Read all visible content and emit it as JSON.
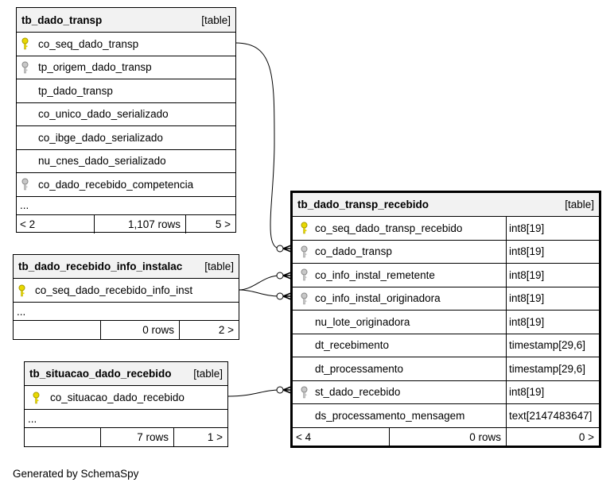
{
  "tables": {
    "tb_dado_transp": {
      "name": "tb_dado_transp",
      "kind": "[table]",
      "columns": [
        "co_seq_dado_transp",
        "tp_origem_dado_transp",
        "tp_dado_transp",
        "co_unico_dado_serializado",
        "co_ibge_dado_serializado",
        "nu_cnes_dado_serializado",
        "co_dado_recebido_competencia"
      ],
      "ellipsis": "...",
      "footer": {
        "left": "< 2",
        "rows": "1,107 rows",
        "right": "5 >"
      }
    },
    "tb_dado_recebido_info_instalac": {
      "name": "tb_dado_recebido_info_instalac",
      "kind": "[table]",
      "columns": [
        "co_seq_dado_recebido_info_inst"
      ],
      "ellipsis": "...",
      "footer": {
        "left": "",
        "rows": "0 rows",
        "right": "2 >"
      }
    },
    "tb_situacao_dado_recebido": {
      "name": "tb_situacao_dado_recebido",
      "kind": "[table]",
      "columns": [
        "co_situacao_dado_recebido"
      ],
      "ellipsis": "...",
      "footer": {
        "left": "",
        "rows": "7 rows",
        "right": "1 >"
      }
    },
    "tb_dado_transp_recebido": {
      "name": "tb_dado_transp_recebido",
      "kind": "[table]",
      "columns": [
        {
          "name": "co_seq_dado_transp_recebido",
          "type": "int8[19]"
        },
        {
          "name": "co_dado_transp",
          "type": "int8[19]"
        },
        {
          "name": "co_info_instal_remetente",
          "type": "int8[19]"
        },
        {
          "name": "co_info_instal_originadora",
          "type": "int8[19]"
        },
        {
          "name": "nu_lote_originadora",
          "type": "int8[19]"
        },
        {
          "name": "dt_recebimento",
          "type": "timestamp[29,6]"
        },
        {
          "name": "dt_processamento",
          "type": "timestamp[29,6]"
        },
        {
          "name": "st_dado_recebido",
          "type": "int8[19]"
        },
        {
          "name": "ds_processamento_mensagem",
          "type": "text[2147483647]"
        }
      ],
      "footer": {
        "left": "< 4",
        "rows": "0 rows",
        "right": "0 >"
      }
    }
  },
  "colors": {
    "primary_key": "#e8d800",
    "foreign_key": "#a8a8a8",
    "header_bg": "#f2f2f2"
  },
  "footer_note": "Generated by SchemaSpy"
}
